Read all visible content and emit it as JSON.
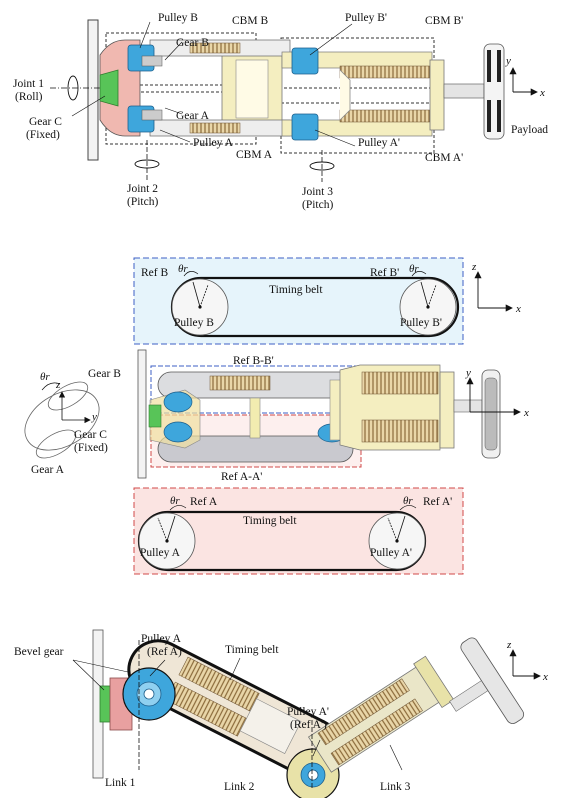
{
  "panel_top": {
    "labels": {
      "pulley_b": "Pulley B",
      "cbm_b": "CBM B",
      "pulley_b_prime": "Pulley B'",
      "cbm_b_prime": "CBM B'",
      "gear_b": "Gear B",
      "gear_a": "Gear A",
      "joint1_line1": "Joint 1",
      "joint1_line2": "(Roll)",
      "gear_c_line1": "Gear C",
      "gear_c_line2": "(Fixed)",
      "pulley_a": "Pulley A",
      "cbm_a": "CBM A",
      "pulley_a_prime": "Pulley A'",
      "cbm_a_prime": "CBM A'",
      "joint2_line1": "Joint 2",
      "joint2_line2": "(Pitch)",
      "joint3_line1": "Joint 3",
      "joint3_line2": "(Pitch)",
      "payload": "Payload",
      "axis_y": "y",
      "axis_x": "x"
    }
  },
  "panel_mid": {
    "top_box": {
      "ref_b": "Ref B",
      "ref_b_prime": "Ref B'",
      "theta_left": "θr",
      "theta_right": "θr",
      "belt": "Timing belt",
      "pulley_b": "Pulley B",
      "pulley_b_prime": "Pulley B'"
    },
    "axis_z": "z",
    "axis_x": "x",
    "axis_y": "y",
    "axis_x2": "x",
    "ref_bb": "Ref B-B'",
    "ref_aa": "Ref A-A'",
    "gear_b": "Gear B",
    "gear_c_line1": "Gear C",
    "gear_c_line2": "(Fixed)",
    "gear_a": "Gear A",
    "theta": "θr",
    "gear_axis_z": "z",
    "gear_axis_y": "y",
    "bottom_box": {
      "ref_a": "Ref A",
      "ref_a_prime": "Ref A'",
      "theta_left": "θr",
      "theta_right": "θr",
      "belt": "Timing belt",
      "pulley_a": "Pulley A",
      "pulley_a_prime": "Pulley A'"
    }
  },
  "panel_bottom": {
    "bevel_gear": "Bevel gear",
    "pulley_a_line1": "Pulley A",
    "pulley_a_line2": "(Ref A)",
    "timing_belt": "Timing belt",
    "pulley_a_prime_line1": "Pulley A'",
    "pulley_a_prime_line2": "(Ref A')",
    "link1": "Link 1",
    "link2": "Link 2",
    "link3": "Link 3",
    "axis_z": "z",
    "axis_x": "x"
  },
  "colors": {
    "pulley_blue": "#3ea6dc",
    "gear_green": "#4fc24f",
    "gear_pink": "#e8a0a0",
    "link_yellow": "#f2ecb0",
    "spring_brown": "#b08a55",
    "box_blue_fill": "#e6f4fb",
    "box_blue_stroke": "#3d5fc4",
    "box_red_fill": "#fbe4e2",
    "box_red_stroke": "#d04848"
  }
}
